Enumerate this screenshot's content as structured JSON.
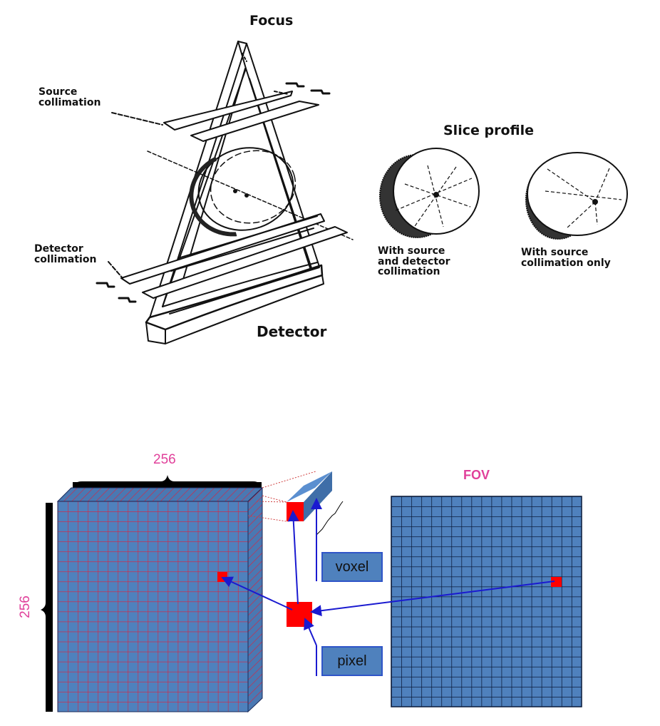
{
  "top_diagram": {
    "labels": {
      "focus": "Focus",
      "source_collimation": [
        "Source",
        "collimation"
      ],
      "detector_collimation": [
        "Detector",
        "collimation"
      ],
      "detector": "Detector",
      "slice_profile_title": "Slice profile",
      "profile_left_caption": [
        "With source",
        "and detector",
        "collimation"
      ],
      "profile_right_caption": [
        "With source",
        "collimation only"
      ]
    }
  },
  "bottom_diagram": {
    "labels": {
      "width_dimension": "256",
      "height_dimension": "256",
      "fov": "FOV",
      "voxel": "voxel",
      "pixel": "pixel"
    },
    "grid": {
      "columns": 19,
      "rows": 21,
      "fov_columns": 19,
      "fov_rows": 21
    },
    "colors": {
      "cell_fill": "#4f81bd",
      "cube_grid_line": "#e0203a",
      "fov_grid_line": "#0a1a3a",
      "highlight": "#ff0000",
      "arrow": "#1a1ad0",
      "dimension_text": "#e0409a"
    }
  }
}
